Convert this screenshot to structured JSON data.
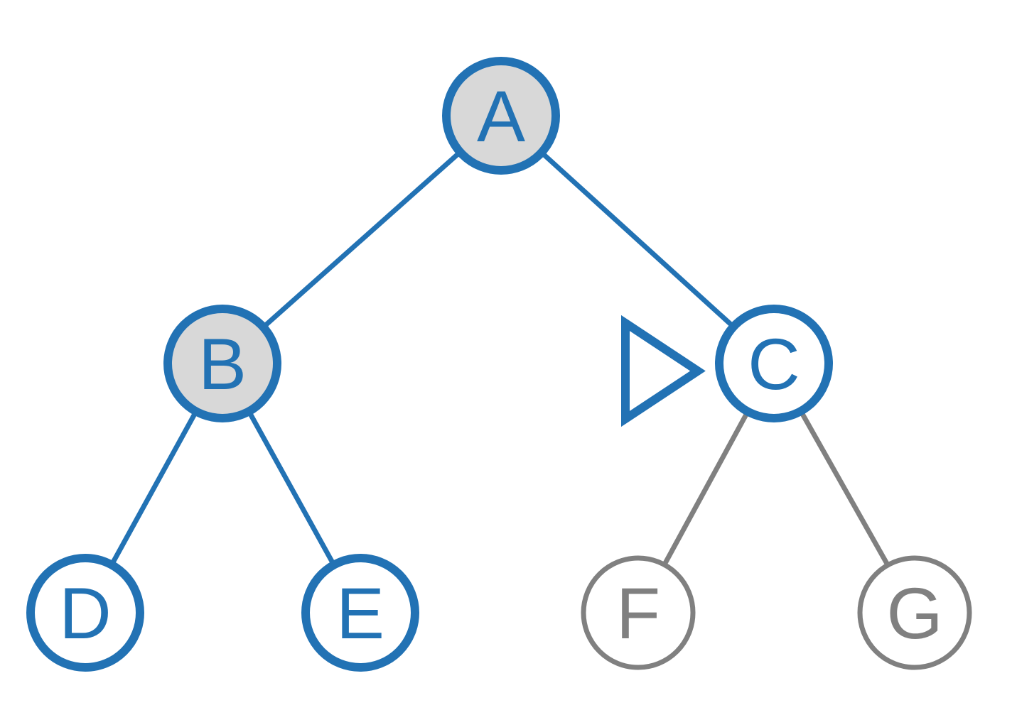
{
  "diagram": {
    "title": "binary-tree-traversal",
    "type": "tree",
    "colors": {
      "active_blue": "#2272B4",
      "inactive_gray": "#808080",
      "visited_node_fill": "#D8D8D8",
      "background": "#FFFFFF"
    },
    "nodes": [
      {
        "id": "A",
        "label": "A",
        "state": "visited",
        "parent": null
      },
      {
        "id": "B",
        "label": "B",
        "state": "visited",
        "parent": "A"
      },
      {
        "id": "C",
        "label": "C",
        "state": "current",
        "parent": "A"
      },
      {
        "id": "D",
        "label": "D",
        "state": "open",
        "parent": "B"
      },
      {
        "id": "E",
        "label": "E",
        "state": "open",
        "parent": "B"
      },
      {
        "id": "F",
        "label": "F",
        "state": "unexplored",
        "parent": "C"
      },
      {
        "id": "G",
        "label": "G",
        "state": "unexplored",
        "parent": "C"
      }
    ],
    "edges": [
      {
        "from": "A",
        "to": "B",
        "state": "active"
      },
      {
        "from": "A",
        "to": "C",
        "state": "active"
      },
      {
        "from": "B",
        "to": "D",
        "state": "active"
      },
      {
        "from": "B",
        "to": "E",
        "state": "active"
      },
      {
        "from": "C",
        "to": "F",
        "state": "inactive"
      },
      {
        "from": "C",
        "to": "G",
        "state": "inactive"
      }
    ],
    "pointer": {
      "symbol": "right-pointing-hollow-triangle",
      "points_to": "C"
    }
  }
}
